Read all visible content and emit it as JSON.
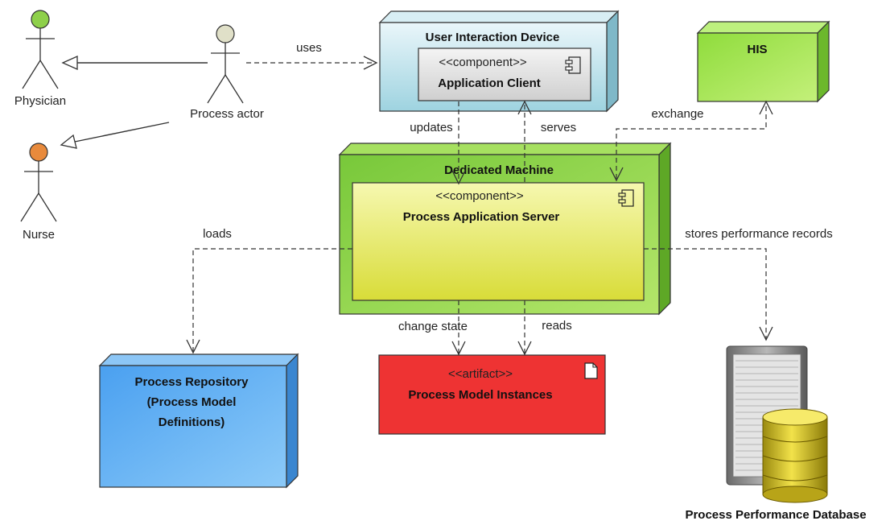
{
  "actors": {
    "physician": "Physician",
    "nurse": "Nurse",
    "process_actor": "Process actor"
  },
  "nodes": {
    "user_interaction_device": {
      "title": "User Interaction Device",
      "component_stereotype": "<<component>>",
      "component_name": "Application Client"
    },
    "his": {
      "title": "HIS"
    },
    "dedicated_machine": {
      "title": "Dedicated Machine",
      "component_stereotype": "<<component>>",
      "component_name": "Process Application Server"
    },
    "process_repository": {
      "line1": "Process Repository",
      "line2": "(Process Model",
      "line3": "Definitions)"
    },
    "process_model_instances": {
      "stereotype": "<<artifact>>",
      "name": "Process Model Instances"
    },
    "process_performance_database": {
      "title": "Process Performance Database"
    }
  },
  "edges": {
    "uses": "uses",
    "updates": "updates",
    "serves": "serves",
    "exchange": "exchange",
    "loads": "loads",
    "stores": "stores performance records",
    "change_state": "change state",
    "reads": "reads"
  },
  "colors": {
    "actor_physician": "#8ed04a",
    "actor_process": "#e0e0c8",
    "actor_nurse": "#e88a3c",
    "uid_top": "#eaf6fa",
    "uid_bottom": "#9ed3e0",
    "his": "#a6e65a",
    "dedicated": "#8fd44a",
    "server_top": "#f4f6a0",
    "server_bottom": "#d9dc3a",
    "repository": "#5aaaf0",
    "artifact": "#ee3333"
  }
}
